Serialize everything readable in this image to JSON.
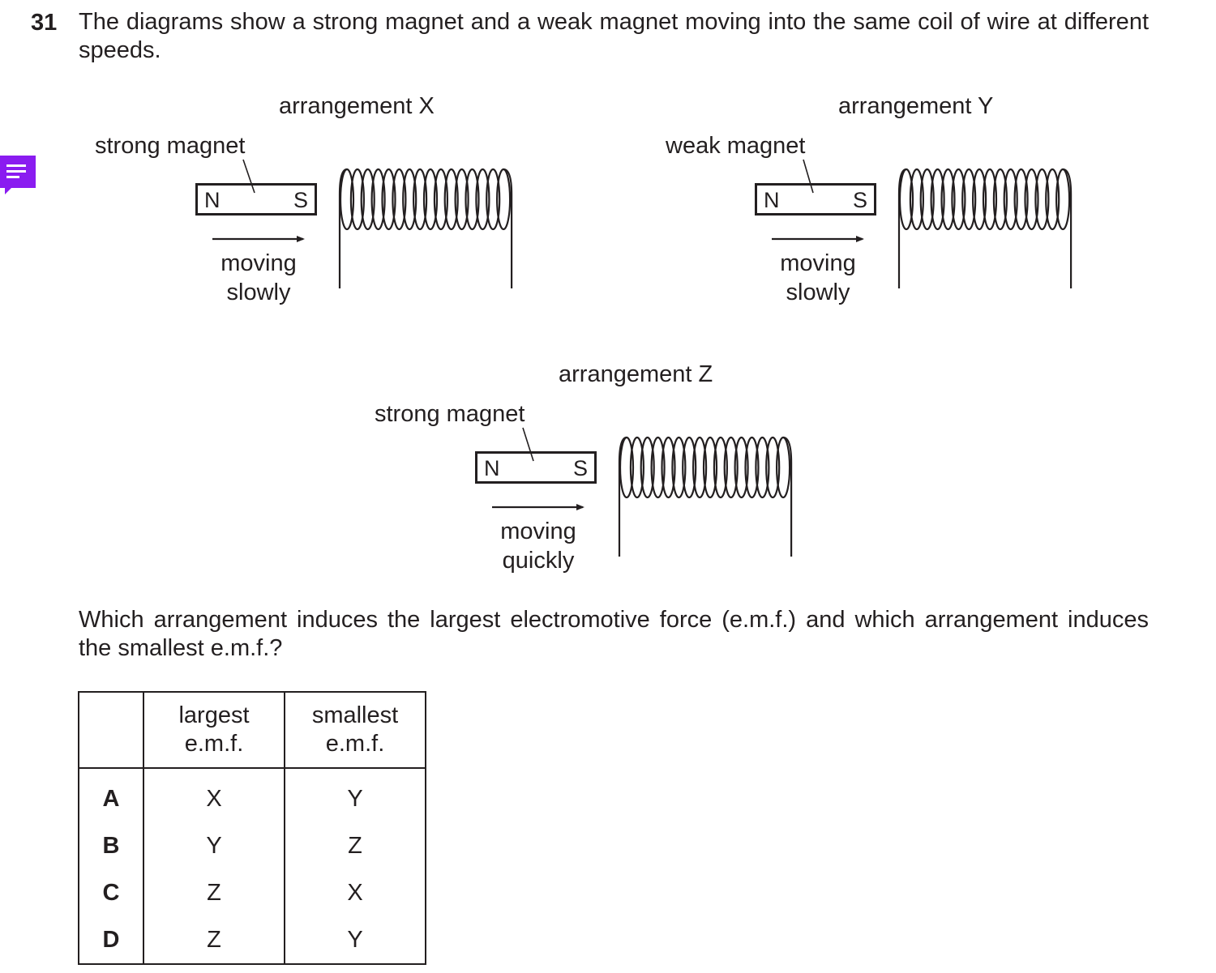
{
  "question": {
    "number": "31",
    "intro": "The diagrams show a strong magnet and a weak magnet moving into the same coil of wire at different speeds.",
    "prompt": "Which arrangement induces the largest electromotive force (e.m.f.) and which arrangement induces the smallest e.m.f.?"
  },
  "arrangements": [
    {
      "title": "arrangement X",
      "magnet_label": "strong magnet",
      "north": "N",
      "south": "S",
      "motion_line1": "moving",
      "motion_line2": "slowly"
    },
    {
      "title": "arrangement Y",
      "magnet_label": "weak magnet",
      "north": "N",
      "south": "S",
      "motion_line1": "moving",
      "motion_line2": "slowly"
    },
    {
      "title": "arrangement Z",
      "magnet_label": "strong magnet",
      "north": "N",
      "south": "S",
      "motion_line1": "moving",
      "motion_line2": "quickly"
    }
  ],
  "table": {
    "header_largest_1": "largest",
    "header_largest_2": "e.m.f.",
    "header_smallest_1": "smallest",
    "header_smallest_2": "e.m.f.",
    "rows": [
      {
        "letter": "A",
        "largest": "X",
        "smallest": "Y"
      },
      {
        "letter": "B",
        "largest": "Y",
        "smallest": "Z"
      },
      {
        "letter": "C",
        "largest": "Z",
        "smallest": "X"
      },
      {
        "letter": "D",
        "largest": "Z",
        "smallest": "Y"
      }
    ]
  },
  "icons": {
    "comment": "comment-icon"
  },
  "colors": {
    "comment_icon": "#8a1cf0",
    "ink": "#231f20"
  }
}
